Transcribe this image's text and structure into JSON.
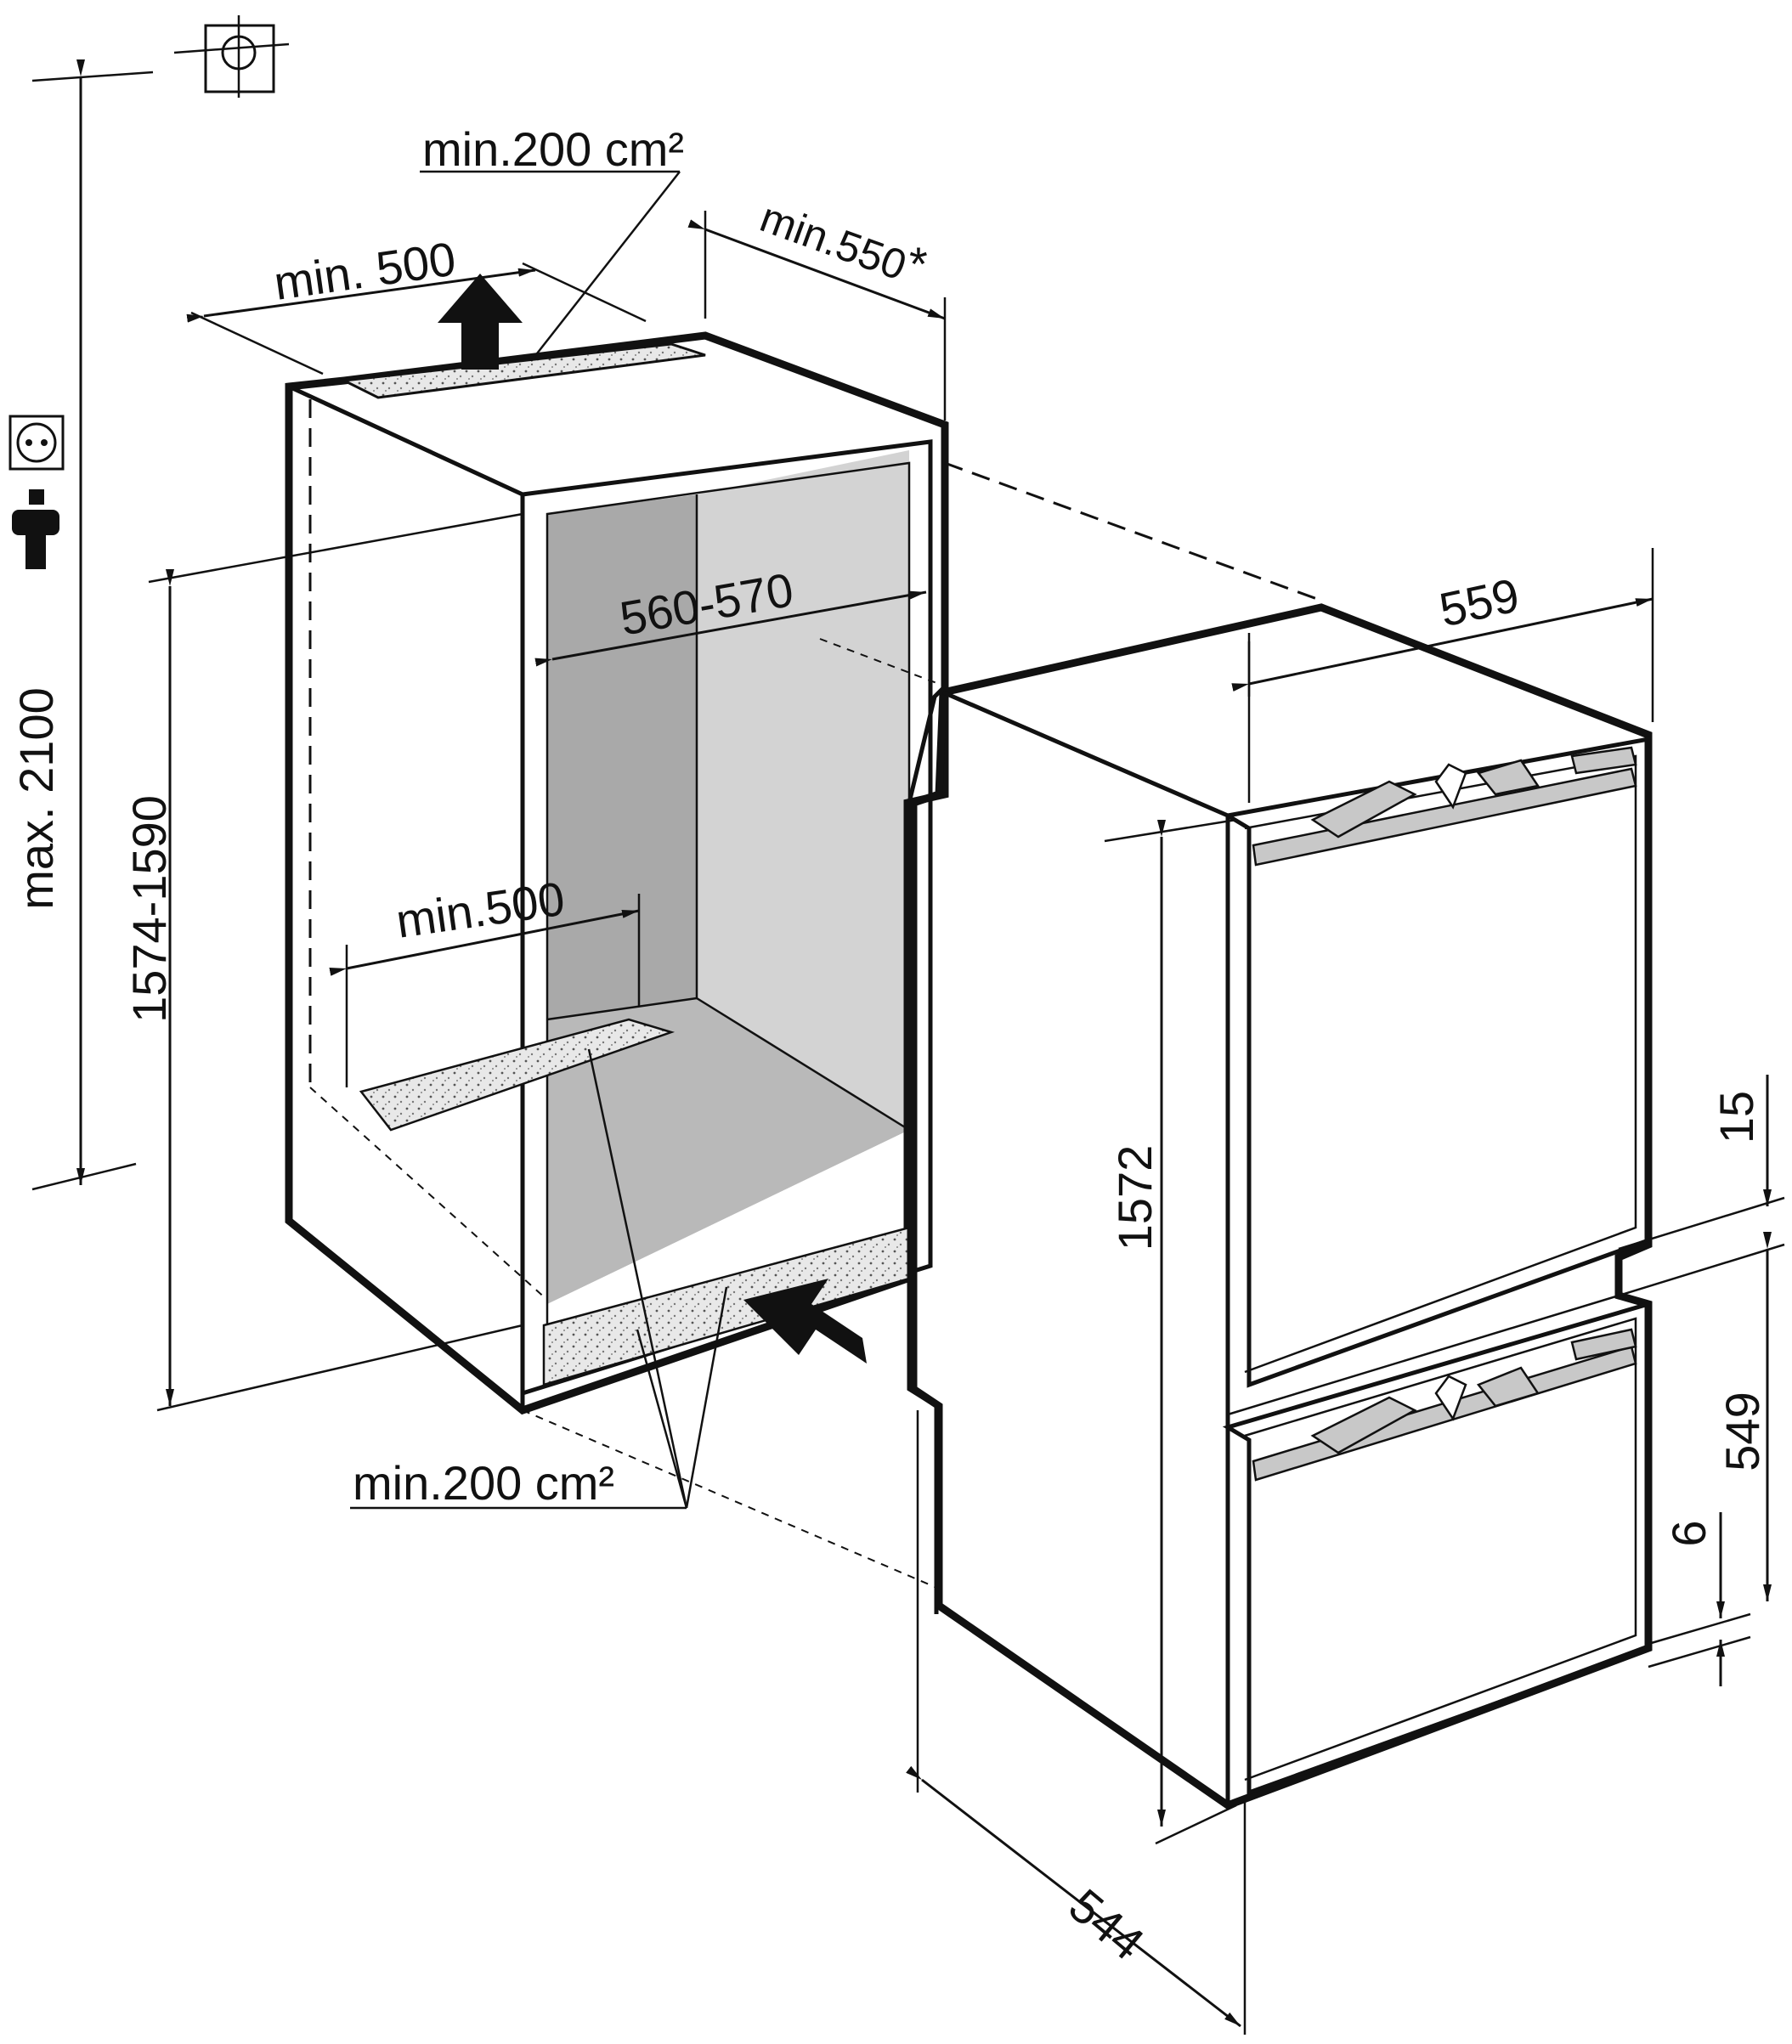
{
  "labels": {
    "top_vent_area": "min.200 cm²",
    "top_width": "min. 500",
    "depth_clearance": "min.550",
    "depth_asterisk": "*",
    "niche_width": "560-570",
    "floor_width": "min.500",
    "bottom_vent_area": "min.200 cm²",
    "total_height": "max. 2100",
    "niche_height": "1574-1590",
    "appliance_width": "559",
    "appliance_height": "1572",
    "appliance_depth": "544",
    "top_door_gap": "15",
    "lower_door_height": "549",
    "bottom_gap": "6"
  },
  "icons": {
    "water": "water-connection-icon",
    "socket": "power-socket-icon",
    "plug": "power-plug-icon"
  },
  "colors": {
    "stroke": "#111111",
    "niche_back": "#d3d3d3",
    "niche_side": "#a8a8a8",
    "niche_floor": "#b9b9b9",
    "vent_fill": "#e6e6e6",
    "hinge_fill": "#c8c8c8"
  }
}
